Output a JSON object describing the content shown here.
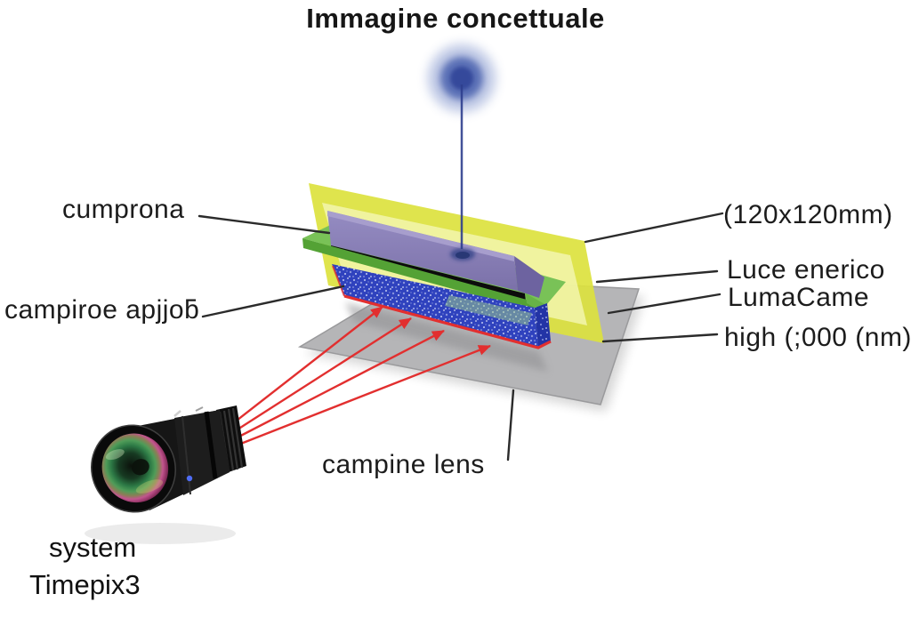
{
  "title": "Immagine concettuale",
  "labels": {
    "left_top": "cumprona",
    "left_mid": "campiroe apjjoƃ",
    "right_dimensions": "(120x120mm)",
    "right_light": "Luce enerico",
    "right_camera": "LumaCame",
    "right_wavelength": "high (;000 (nm)",
    "bottom_lens": "campine lens",
    "system_line1": "system",
    "system_line2": "Timepix3"
  },
  "colors": {
    "background": "#ffffff",
    "label_text": "#1c1c1c",
    "leader_line": "#2b2b2b",
    "beam_blue": "#3b55a5",
    "plate_yellow_rim": "#dce23e",
    "plate_yellow_inner": "#f4f6b4",
    "slab_purple": "#877daf",
    "tray_green": "#79c257",
    "sensor_blue": "#2f42be",
    "sensor_edge_red": "#e22f2f",
    "base_gray": "#b5b5b7",
    "ray_red": "#e22f2f",
    "lens_body_black": "#141414"
  },
  "components": {
    "beam": "vertical blue beam with glow",
    "yellow_plate": "tilted translucent yellow plate",
    "purple_slab": "purple slab",
    "green_tray": "green tray plate",
    "blue_sensor": "blue speckled sensor slab with red edge",
    "gray_base": "gray base plate",
    "red_rays": "four red rays from lens to sensor",
    "camera_lens": "black camera lens"
  }
}
